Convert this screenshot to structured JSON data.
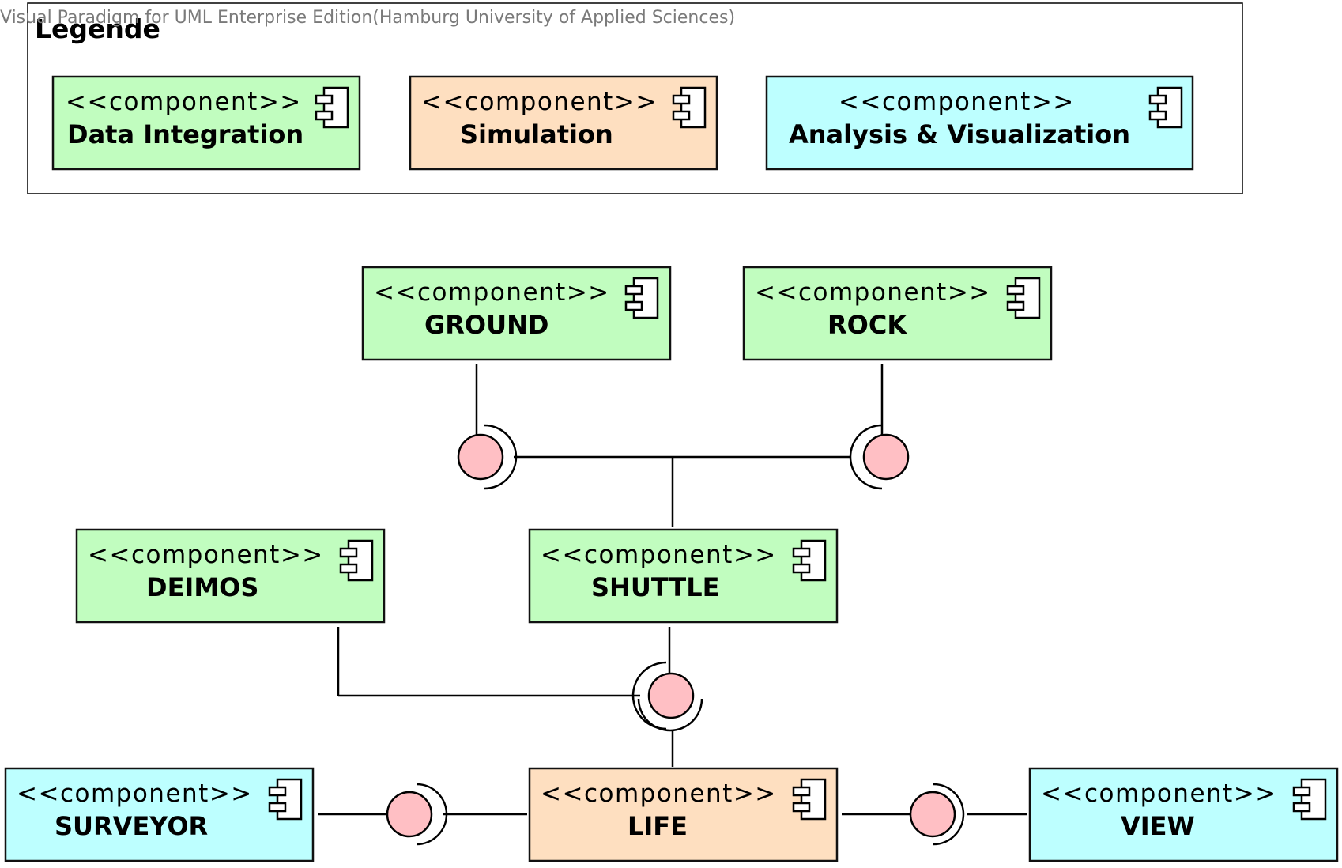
{
  "watermark": "Visual Paradigm for UML Enterprise Edition(Hamburg University of Applied Sciences)",
  "legend": {
    "title": "Legende",
    "items": [
      {
        "stereotype": "<<component>>",
        "name": "Data Integration",
        "category": "data-integration"
      },
      {
        "stereotype": "<<component>>",
        "name": "Simulation",
        "category": "simulation"
      },
      {
        "stereotype": "<<component>>",
        "name": "Analysis & Visualization",
        "category": "analysis-visualization"
      }
    ]
  },
  "colors": {
    "data-integration": "#c1fdbf",
    "simulation": "#fedfc0",
    "analysis-visualization": "#bdffff",
    "interface_ball": "#ffbfc4"
  },
  "components": {
    "ground": {
      "stereotype": "<<component>>",
      "name": "GROUND",
      "category": "data-integration"
    },
    "rock": {
      "stereotype": "<<component>>",
      "name": "ROCK",
      "category": "data-integration"
    },
    "deimos": {
      "stereotype": "<<component>>",
      "name": "DEIMOS",
      "category": "data-integration"
    },
    "shuttle": {
      "stereotype": "<<component>>",
      "name": "SHUTTLE",
      "category": "data-integration"
    },
    "surveyor": {
      "stereotype": "<<component>>",
      "name": "SURVEYOR",
      "category": "analysis-visualization"
    },
    "life": {
      "stereotype": "<<component>>",
      "name": "LIFE",
      "category": "simulation"
    },
    "view": {
      "stereotype": "<<component>>",
      "name": "VIEW",
      "category": "analysis-visualization"
    }
  }
}
